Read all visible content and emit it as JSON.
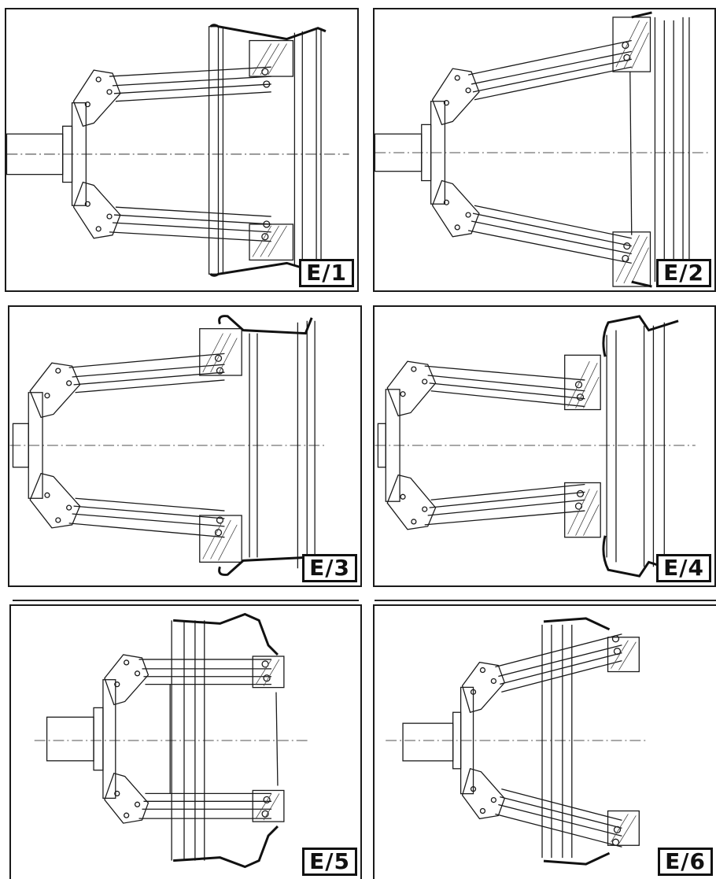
{
  "panels": [
    {
      "label": "E/1"
    },
    {
      "label": "E/2"
    },
    {
      "label": "E/3"
    },
    {
      "label": "E/4"
    },
    {
      "label": "E/5"
    },
    {
      "label": "E/6"
    }
  ],
  "colors": {
    "line": "#1a1a1a",
    "hatch": "#444444",
    "background": "#ffffff"
  }
}
